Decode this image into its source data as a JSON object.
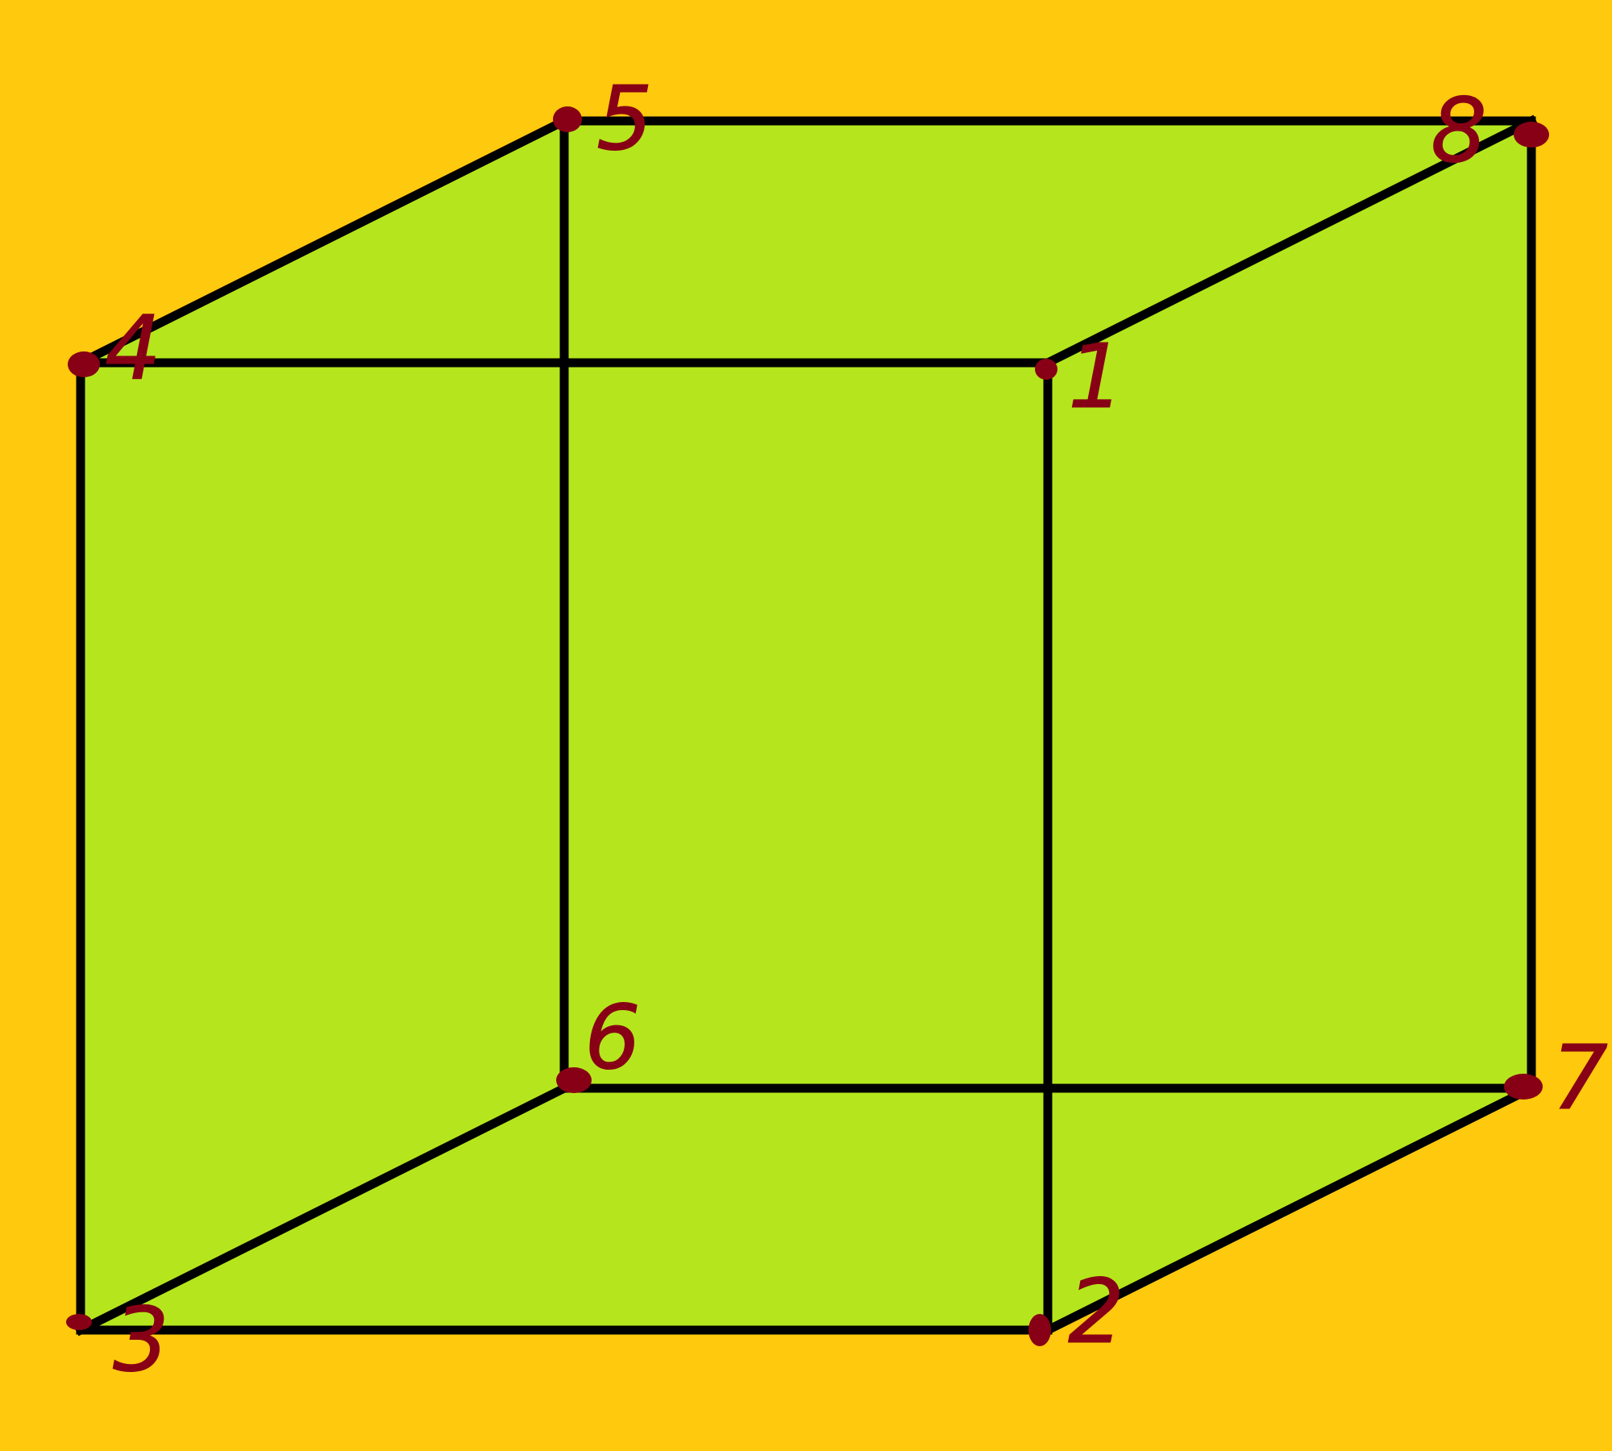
{
  "diagram": {
    "background_color": "#FFC90E",
    "face_color": "#B5E61D",
    "edge_color": "#000000",
    "marker_color": "#880015",
    "vertices": [
      {
        "id": "v1",
        "label": "1"
      },
      {
        "id": "v2",
        "label": "2"
      },
      {
        "id": "v3",
        "label": "3"
      },
      {
        "id": "v4",
        "label": "4"
      },
      {
        "id": "v5",
        "label": "5"
      },
      {
        "id": "v6",
        "label": "6"
      },
      {
        "id": "v7",
        "label": "7"
      },
      {
        "id": "v8",
        "label": "8"
      }
    ]
  }
}
